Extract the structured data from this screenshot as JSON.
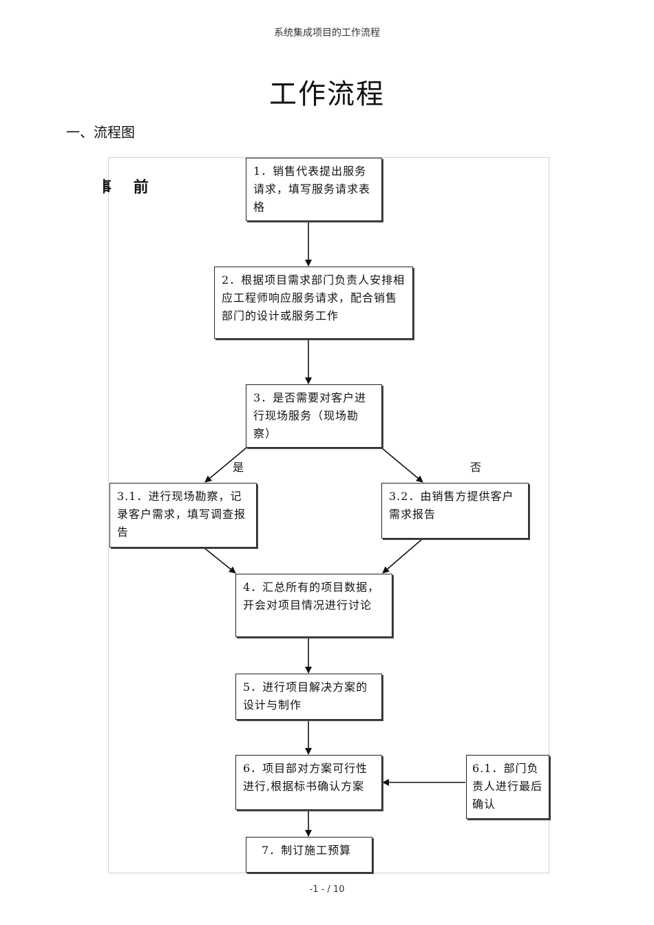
{
  "header": {
    "running_title": "系统集成项目的工作流程"
  },
  "title": "工作流程",
  "section": {
    "heading": "一、流程图"
  },
  "flowchart": {
    "stage_label_partial": "事",
    "stage_label": "前",
    "steps": {
      "s1": "1．销售代表提出服务请求，填写服务请求表格",
      "s2": "2．根据项目需求部门负责人安排相应工程师响应服务请求，配合销售部门的设计或服务工作",
      "s3": "3．是否需要对客户进行现场服务（现场勘察）",
      "s31": "3.1．进行现场勘察，记录客户需求，填写调查报告",
      "s32": "3.2．由销售方提供客户需求报告",
      "s4": "4．汇总所有的项目数据，开会对项目情况进行讨论",
      "s5": "5．进行项目解决方案的设计与制作",
      "s6": "6．项目部对方案可行性进行,根据标书确认方案",
      "s61": "6.1．部门负责人进行最后确认",
      "s7": "7．制订施工预算"
    },
    "branch_yes": "是",
    "branch_no": "否"
  },
  "footer": {
    "page_number": "-1 - / 10"
  }
}
